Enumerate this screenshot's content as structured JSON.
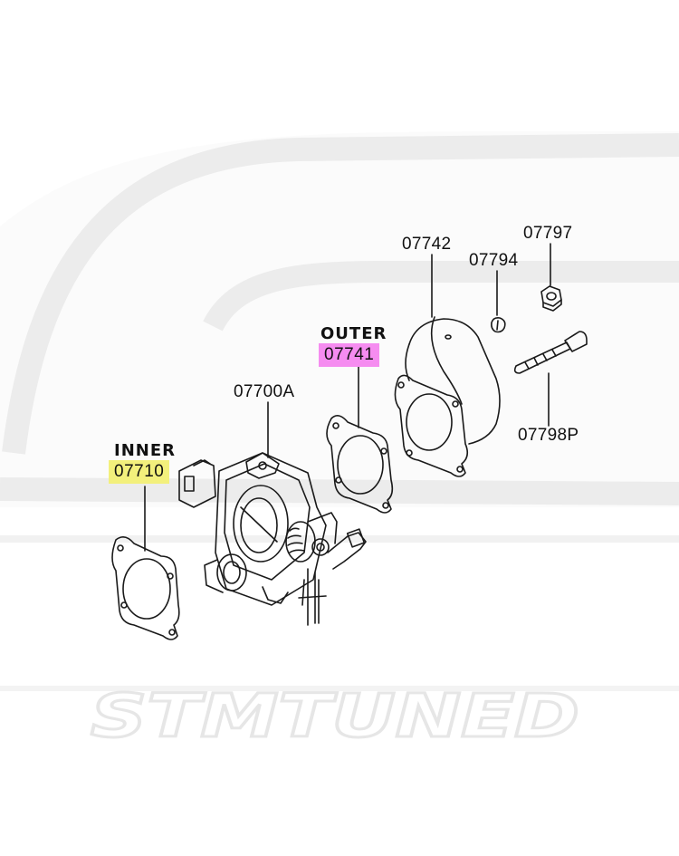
{
  "diagram": {
    "headings": {
      "inner": "INNER",
      "outer": "OUTER"
    },
    "labels": {
      "gasket_inner": "07710",
      "gasket_outer": "07741",
      "throttle_body": "07700A",
      "elbow": "07742",
      "lock_washer": "07794",
      "nut": "07797",
      "bolt": "07798P"
    },
    "highlight_colors": {
      "inner": "#f3f07c",
      "outer": "#f58cf0"
    },
    "watermark": {
      "text": "STMTUNED",
      "color": "#ebebeb"
    }
  }
}
